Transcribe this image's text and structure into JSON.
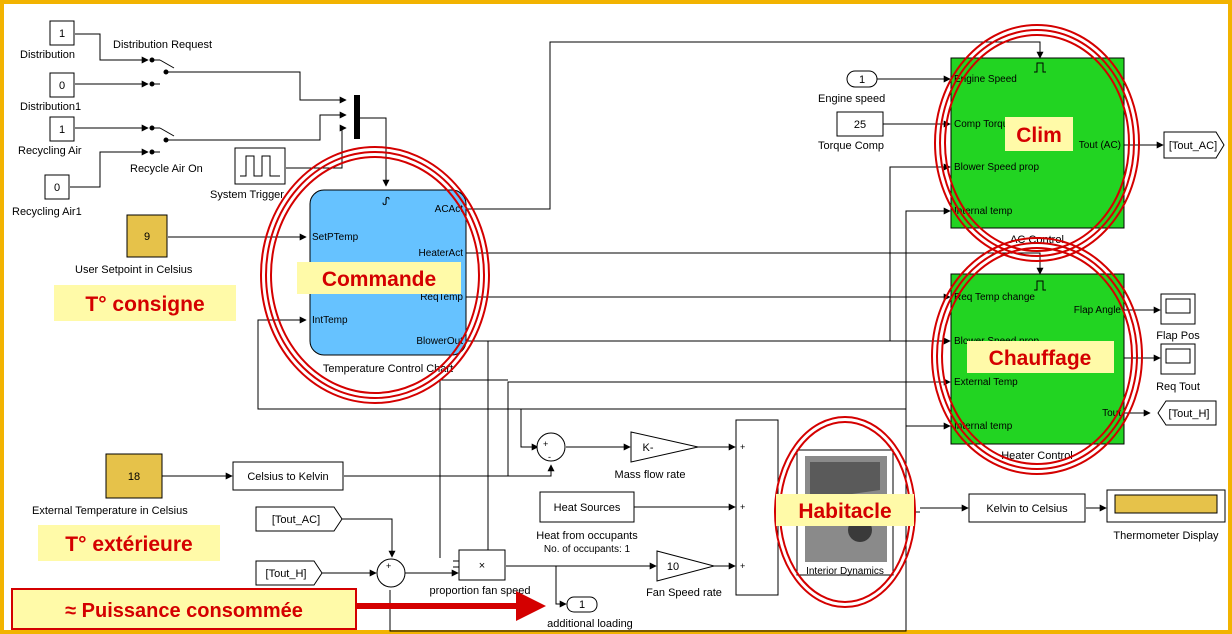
{
  "colors": {
    "frame": "#f2b300",
    "block_blue": "#66c2ff",
    "block_green": "#22d422",
    "gain_yellow": "#e6c24a",
    "highlight_yellow": "#fffaa8",
    "annotation_red": "#d40000",
    "wire": "#000000"
  },
  "sources": {
    "distribution_value": "1",
    "distribution_label": "Distribution",
    "distribution_request_label": "Distribution Request",
    "distribution1_value": "0",
    "distribution1_label": "Distribution1",
    "recycling_air_value": "1",
    "recycling_air_label": "Recycling Air",
    "recycle_air_on_label": "Recycle Air On",
    "recycling_air1_value": "0",
    "recycling_air1_label": "Recycling Air1",
    "system_trigger_label": "System Trigger",
    "setpoint_value": "9",
    "setpoint_label": "User Setpoint in Celsius",
    "external_temp_value": "18",
    "external_temp_label": "External Temperature in Celsius"
  },
  "control_chart": {
    "name": "Temperature Control Chart",
    "port_setptemp": "SetPTemp",
    "port_inttemp": "IntTemp",
    "port_acact": "ACAct",
    "port_heateract": "HeaterAct",
    "port_reqtemp": "ReqTemp",
    "port_blowerout": "BlowerOut"
  },
  "ac_control": {
    "name": "AC Control",
    "engine_speed_value": "1",
    "engine_speed_label": "Engine speed",
    "torque_value": "25",
    "torque_label": "Torque Comp",
    "port_engine_speed": "Engine Speed",
    "port_comp_torque": "Comp Torque",
    "port_blower_speed": "Blower Speed prop",
    "port_internal_temp": "Internal temp",
    "port_tout_ac": "Tout (AC)",
    "goto_tout_ac": "[Tout_AC]"
  },
  "heater_control": {
    "name": "Heater Control",
    "port_req_temp": "Req Temp change",
    "port_blower": "Blower Speed prop",
    "port_external": "External Temp",
    "port_internal": "Internal temp",
    "port_flap": "Flap Angle",
    "port_tout": "Tout",
    "scope_flap_label": "Flap Pos",
    "scope_req_label": "Req Tout",
    "goto_tout_h": "[Tout_H]"
  },
  "plant": {
    "celsius_to_kelvin": "Celsius to Kelvin",
    "mass_flow_gain": "K-",
    "mass_flow_label": "Mass flow rate",
    "heat_sources": "Heat Sources",
    "heat_from_occupants": "Heat from occupants",
    "occupants_count": "No. of occupants: 1",
    "fan_gain": "10",
    "fan_label": "Fan Speed rate",
    "from_tout_ac": "[Tout_AC]",
    "from_tout_h": "[Tout_H]",
    "product_symbol": "×",
    "proportion_label": "proportion fan speed",
    "additional_value": "1",
    "additional_label": "additional loading",
    "interior_label": "Interior Dynamics",
    "kelvin_to_celsius": "Kelvin to Celsius",
    "thermometer_label": "Thermometer Display"
  },
  "annotations": {
    "clim": "Clim",
    "commande": "Commande",
    "chauffage": "Chauffage",
    "habitacle": "Habitacle",
    "t_consigne": "T° consigne",
    "t_exterieure": "T° extérieure",
    "puissance": "≈ Puissance consommée"
  }
}
